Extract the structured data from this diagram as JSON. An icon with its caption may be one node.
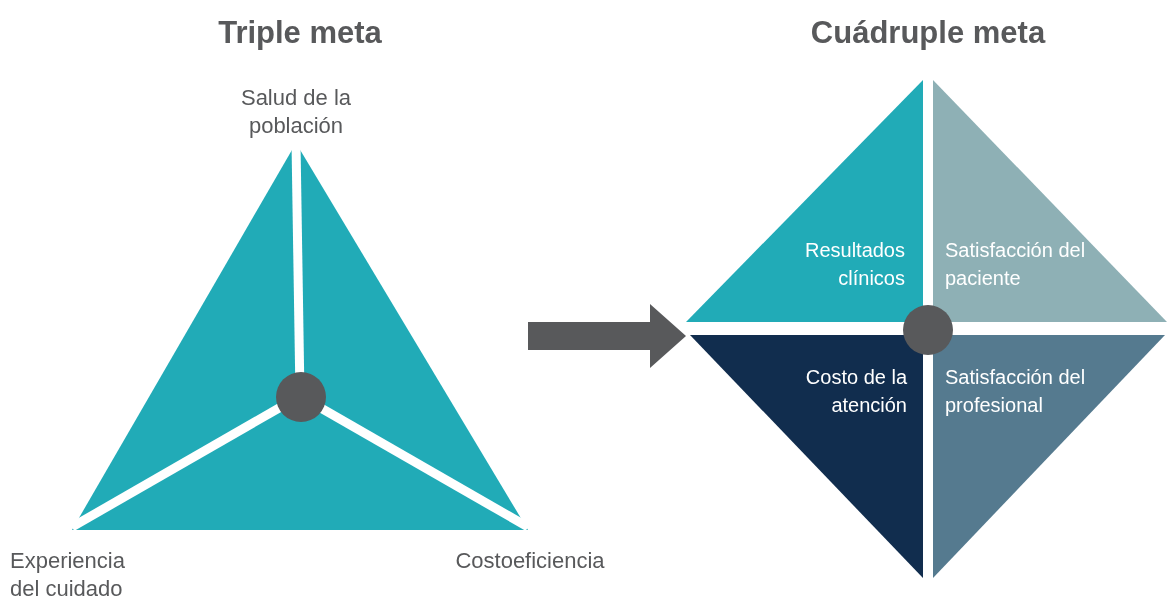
{
  "diagram": {
    "nodes": [
      {
        "text": [],
        "shape": "triangle"
      },
      {
        "text": [],
        "shape": "circle",
        "in": 0
      },
      {
        "text": [],
        "shape": "diamond"
      },
      {
        "text": [
          "Resultados clínicos"
        ],
        "in": 2
      },
      {
        "text": [
          "Satisfacción del paciente"
        ],
        "in": 2
      },
      {
        "text": [
          "Costo de la atención"
        ],
        "in": 2
      },
      {
        "text": [
          "Satisfacción del profesional"
        ],
        "in": 2
      },
      {
        "text": [],
        "shape": "circle",
        "in": 2
      }
    ],
    "edges": [
      {
        "from": 0,
        "to": 2,
        "arrow": "to",
        "style": "thick"
      }
    ],
    "labels": [
      "Triple meta",
      "Cuádruple meta",
      "Salud de la población",
      "Experiencia del cuidado",
      "Costoeficiencia"
    ]
  }
}
